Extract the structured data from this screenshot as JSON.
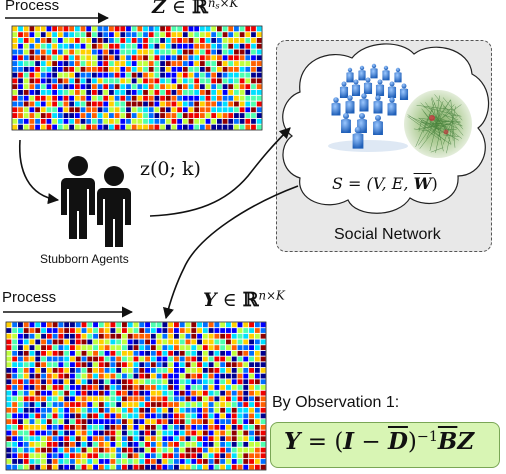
{
  "top_matrix": {
    "process_label": "Process",
    "formula_var": "Z",
    "formula_sub": "n",
    "formula_subsub": "s",
    "formula_exp": "×K"
  },
  "agents": {
    "label": "Stubborn Agents",
    "signal": "z(0; k)"
  },
  "network": {
    "title": "Social Network",
    "formula_left": "S = (V, E, ",
    "formula_w": "W",
    "formula_right": ")"
  },
  "bottom_matrix": {
    "process_label": "Process",
    "formula_var": "Y",
    "formula_exp": "n×K"
  },
  "observation": {
    "label": "By Observation 1:",
    "y": "Y",
    "eq": " = (",
    "i": "I",
    "minus": " − ",
    "d": "D",
    "inv": "−1",
    "b": "B",
    "z": "Z"
  },
  "colors": {
    "jet_palette": [
      "#00008f",
      "#0000ff",
      "#006fff",
      "#00dfff",
      "#4fffaf",
      "#bfff3f",
      "#ffcf00",
      "#ff5f00",
      "#ef0000",
      "#8f0000"
    ],
    "arrow": "#111111",
    "network_bg": "#e8e8e8",
    "observation_bg": "#d8f5b4"
  }
}
